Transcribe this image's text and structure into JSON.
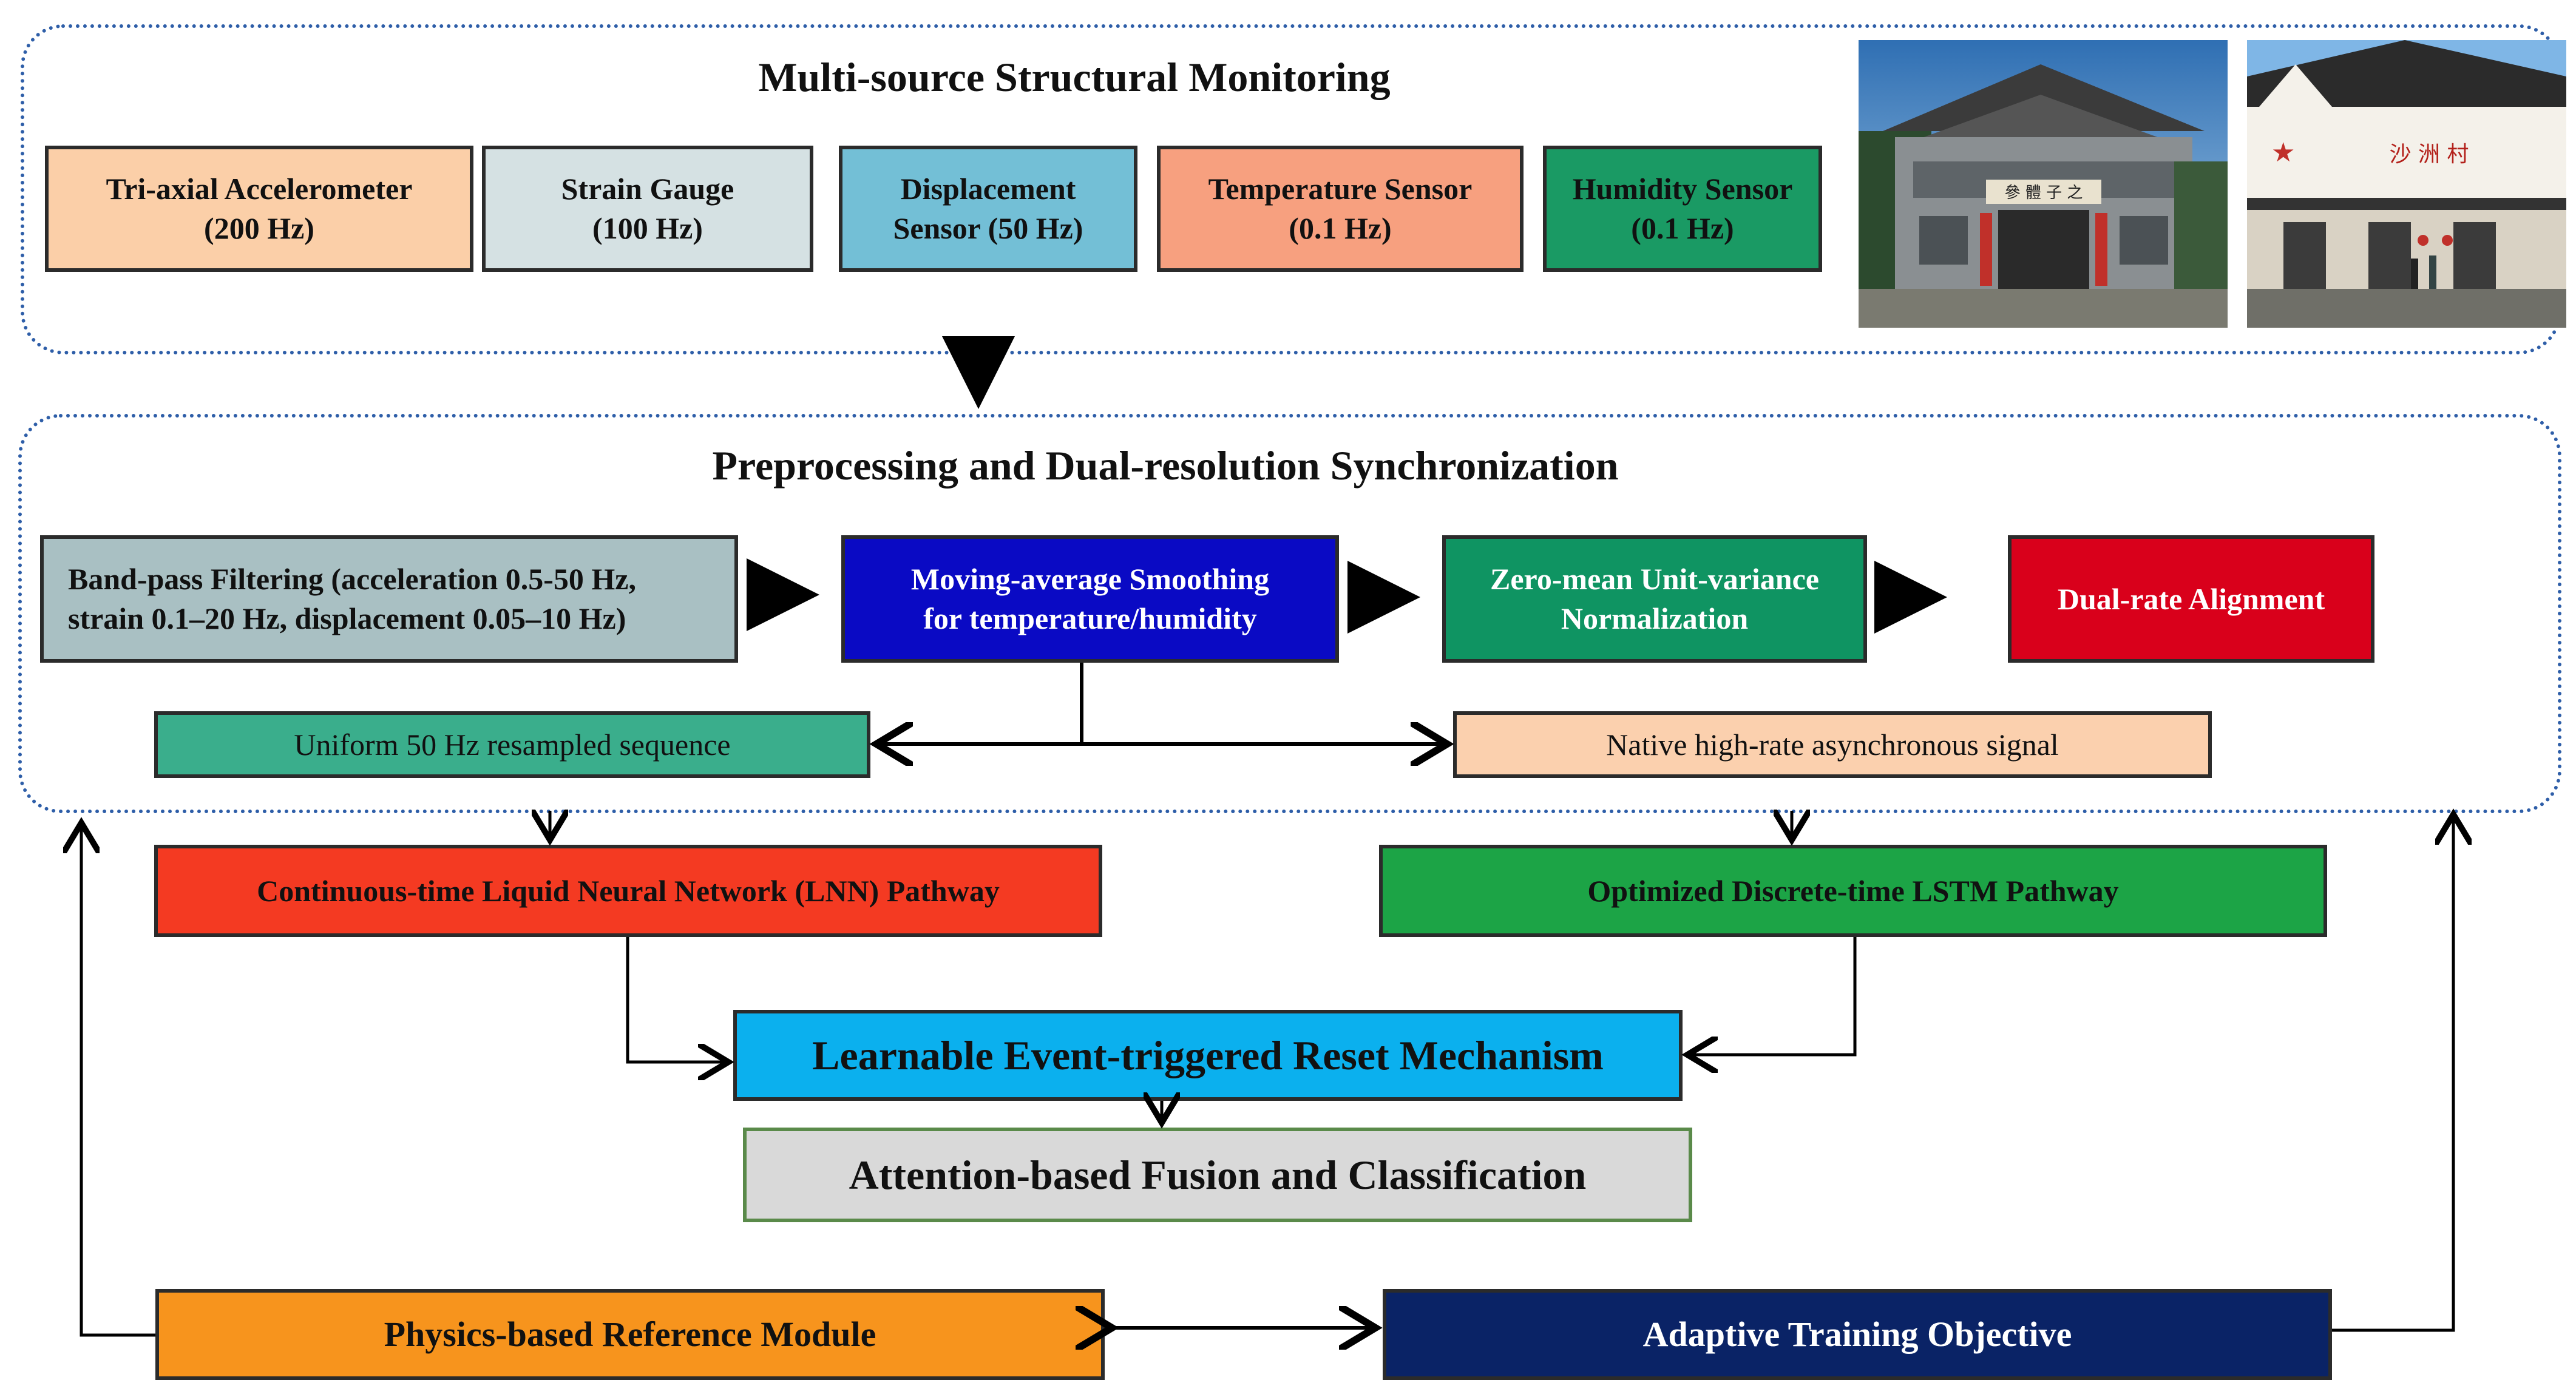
{
  "section1": {
    "title": "Multi-source Structural Monitoring",
    "sensors": [
      {
        "line1": "Tri-axial Accelerometer",
        "line2": "(200 Hz)",
        "color": "#FBCFA8"
      },
      {
        "line1": "Strain Gauge",
        "line2": "(100 Hz)",
        "color": "#D5E1E3"
      },
      {
        "line1": "Displacement",
        "line2": "Sensor (50 Hz)",
        "color": "#73BFD6"
      },
      {
        "line1": "Temperature Sensor",
        "line2": "(0.1 Hz)",
        "color": "#F7A07F"
      },
      {
        "line1": "Humidity Sensor",
        "line2": "(0.1 Hz)",
        "color": "#1A9A64"
      }
    ],
    "photos": [
      {
        "name": "ancestral-hall-photo-1",
        "sign": "參 體 子 之"
      },
      {
        "name": "ancestral-hall-photo-2",
        "sign": "沙 洲 村"
      }
    ]
  },
  "section2": {
    "title": "Preprocessing and Dual-resolution Synchronization",
    "steps": [
      {
        "line1": "Band-pass Filtering (acceleration 0.5-50 Hz,",
        "line2": "strain 0.1–20 Hz, displacement 0.05–10 Hz)",
        "color": "#A9C0C3"
      },
      {
        "line1": "Moving-average Smoothing",
        "line2": "for temperature/humidity",
        "color": "#0A0AC4"
      },
      {
        "line1": "Zero-mean Unit-variance",
        "line2": "Normalization",
        "color": "#0F9462"
      },
      {
        "line1": "Dual-rate Alignment",
        "line2": "",
        "color": "#D9001B"
      }
    ],
    "outputs": [
      {
        "label": "Uniform 50 Hz resampled sequence",
        "color": "#3AAE8C"
      },
      {
        "label": "Native high-rate asynchronous signal",
        "color": "#FBD0AE"
      }
    ]
  },
  "pathways": [
    {
      "label": "Continuous-time Liquid Neural Network (LNN) Pathway",
      "color": "#F43A22"
    },
    {
      "label": "Optimized Discrete-time LSTM Pathway",
      "color": "#1CA446"
    }
  ],
  "reset": {
    "label": "Learnable Event-triggered Reset Mechanism",
    "color": "#0BB0EE"
  },
  "fusion": {
    "label": "Attention-based Fusion and Classification",
    "color": "#D9D9D9"
  },
  "physics": {
    "label": "Physics-based Reference Module",
    "color": "#F7941D"
  },
  "training": {
    "label": "Adaptive Training Objective",
    "color": "#0A2366"
  }
}
